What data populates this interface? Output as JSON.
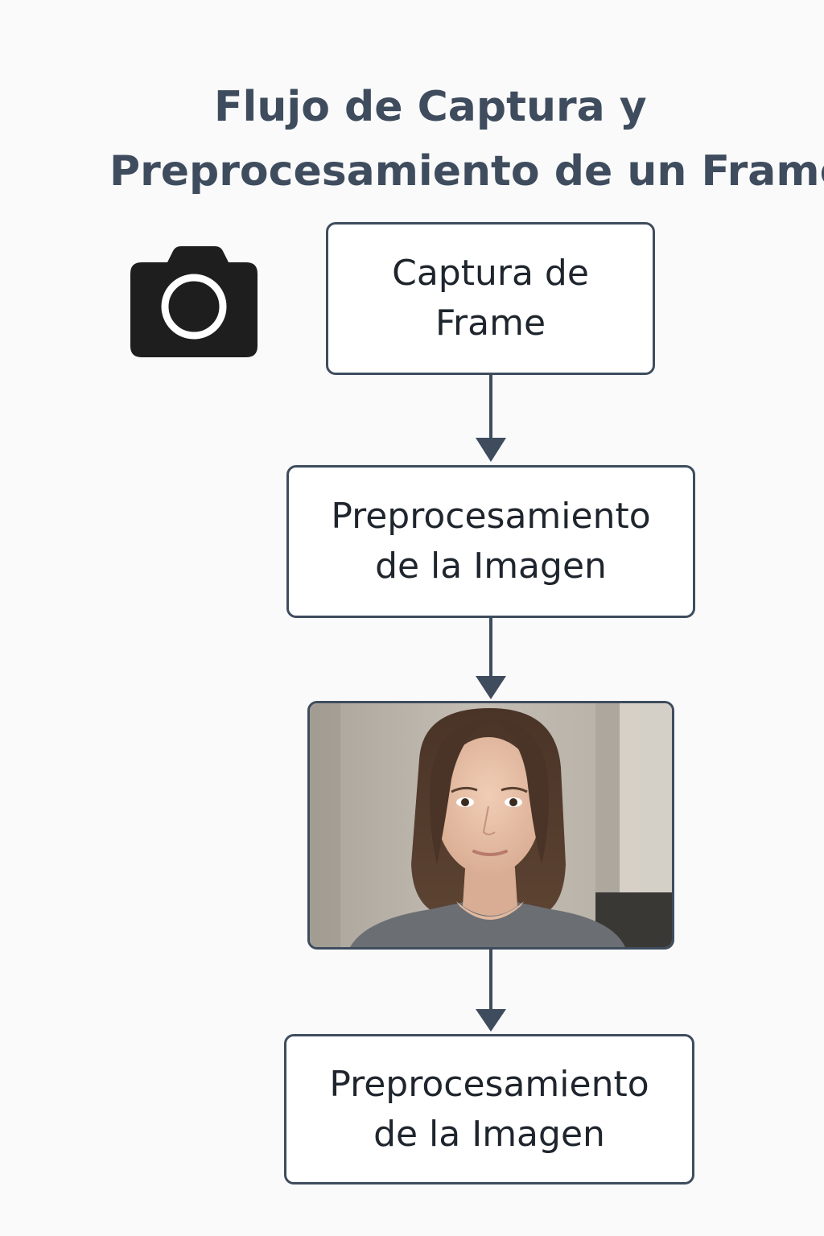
{
  "title": {
    "line1": "Flujo de Captura y",
    "line2": "Preprocesamiento de un Frame"
  },
  "icons": {
    "camera": "camera-icon",
    "photo": "portrait-photo"
  },
  "steps": [
    {
      "line1": "Captura de",
      "line2": "Frame"
    },
    {
      "line1": "Preprocesamiento",
      "line2": "de la Imagen"
    },
    {
      "line1": "Preprocesamiento",
      "line2": "de la Imagen"
    }
  ],
  "colors": {
    "accent": "#3e4c5e",
    "text": "#1f252d",
    "background": "#fafafa",
    "box_fill": "#ffffff",
    "camera": "#1e1e1e"
  }
}
